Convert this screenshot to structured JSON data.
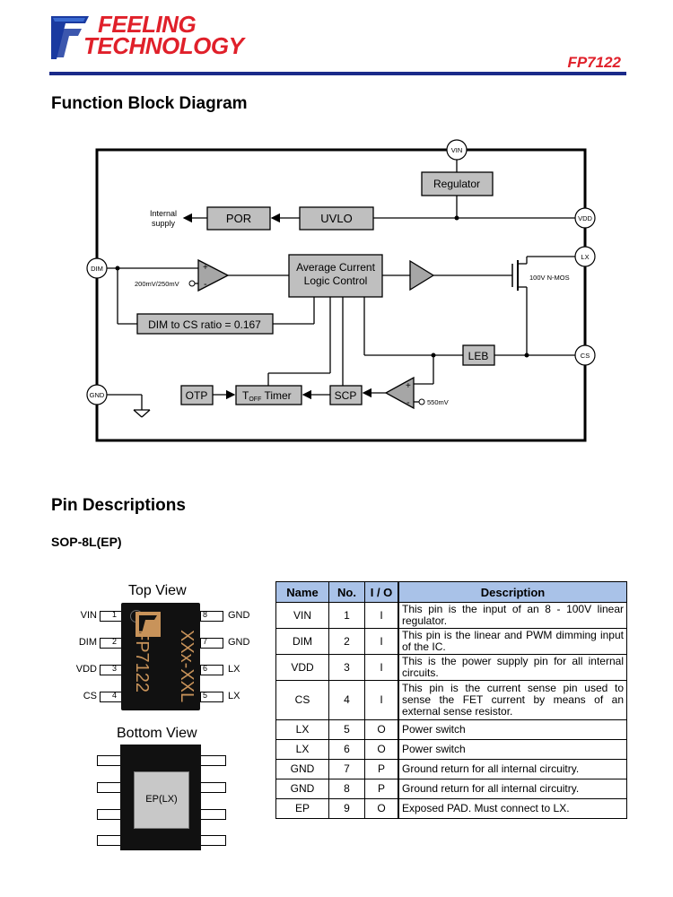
{
  "header": {
    "logo_line1": "FEELING",
    "logo_line2": "TECHNOLOGY",
    "part_number": "FP7122",
    "accent_color": "#e0202a",
    "rule_color": "#1a2a8a"
  },
  "sections": {
    "block_diagram_title": "Function Block Diagram",
    "pin_desc_title": "Pin Descriptions",
    "package_title": "SOP-8L(EP)"
  },
  "diagram": {
    "pins": {
      "vin": "VIN",
      "vdd": "VDD",
      "lx": "LX",
      "dim": "DIM",
      "cs": "CS",
      "gnd": "GND"
    },
    "blocks": {
      "regulator": "Regulator",
      "uvlo": "UVLO",
      "por": "POR",
      "alc_line1": "Average Current",
      "alc_line2": "Logic Control",
      "dim_ratio": "DIM to CS ratio = 0.167",
      "leb": "LEB",
      "otp": "OTP",
      "toff_t": "T",
      "toff_sub": "OFF",
      "toff_rest": " Timer",
      "scp": "SCP"
    },
    "labels": {
      "internal_line1": "Internal",
      "internal_line2": "supply",
      "dim_ref": "200mV/250mV",
      "mosfet": "100V N-MOS",
      "scp_ref": "550mV"
    }
  },
  "package": {
    "top_view_label": "Top View",
    "bottom_view_label": "Bottom View",
    "chip_marking_line1": "FP7122",
    "chip_marking_line2": "XXx-XXL",
    "ep_label": "EP(LX)",
    "left_pins": [
      {
        "name": "VIN",
        "num": "1"
      },
      {
        "name": "DIM",
        "num": "2"
      },
      {
        "name": "VDD",
        "num": "3"
      },
      {
        "name": "CS",
        "num": "4"
      }
    ],
    "right_pins": [
      {
        "name": "GND",
        "num": "8"
      },
      {
        "name": "GND",
        "num": "7"
      },
      {
        "name": "LX",
        "num": "6"
      },
      {
        "name": "LX",
        "num": "5"
      }
    ]
  },
  "pin_table": {
    "headers": [
      "Name",
      "No.",
      "I / O",
      "Description"
    ],
    "header_color": "#a9c2e8",
    "rows": [
      [
        "VIN",
        "1",
        "I",
        "This pin is the input of an 8 - 100V linear regulator."
      ],
      [
        "DIM",
        "2",
        "I",
        "This pin is the linear and PWM dimming input of the IC."
      ],
      [
        "VDD",
        "3",
        "I",
        "This is the power supply pin for all internal circuits."
      ],
      [
        "CS",
        "4",
        "I",
        "This pin is the current sense pin used to sense the FET current by means of an external sense resistor."
      ],
      [
        "LX",
        "5",
        "O",
        "Power switch"
      ],
      [
        "LX",
        "6",
        "O",
        "Power switch"
      ],
      [
        "GND",
        "7",
        "P",
        "Ground return for all internal circuitry."
      ],
      [
        "GND",
        "8",
        "P",
        "Ground return for all internal circuitry."
      ],
      [
        "EP",
        "9",
        "O",
        "Exposed PAD. Must connect to LX."
      ]
    ]
  }
}
